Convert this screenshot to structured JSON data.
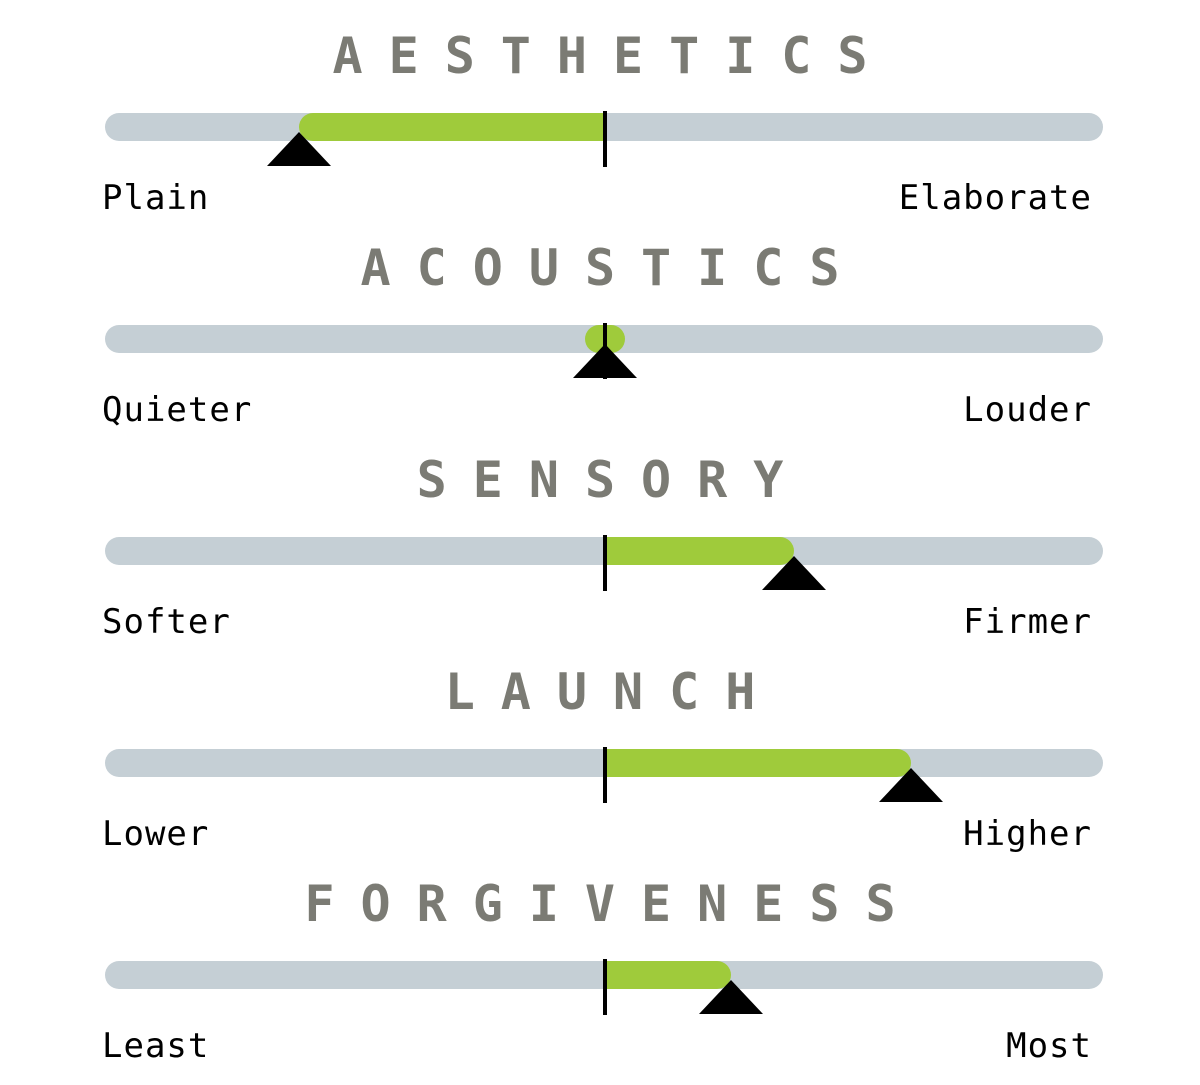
{
  "colors": {
    "track": "#c5cfd5",
    "fill": "#9fcb3b",
    "title": "#7b7b74",
    "marker": "#000000"
  },
  "sliders": [
    {
      "title": "AESTHETICS",
      "left_label": "Plain",
      "right_label": "Elaborate",
      "value": -0.63
    },
    {
      "title": "ACOUSTICS",
      "left_label": "Quieter",
      "right_label": "Louder",
      "value": 0.0
    },
    {
      "title": "SENSORY",
      "left_label": "Softer",
      "right_label": "Firmer",
      "value": 0.39
    },
    {
      "title": "LAUNCH",
      "left_label": "Lower",
      "right_label": "Higher",
      "value": 0.63
    },
    {
      "title": "FORGIVENESS",
      "left_label": "Least",
      "right_label": "Most",
      "value": 0.26
    }
  ]
}
